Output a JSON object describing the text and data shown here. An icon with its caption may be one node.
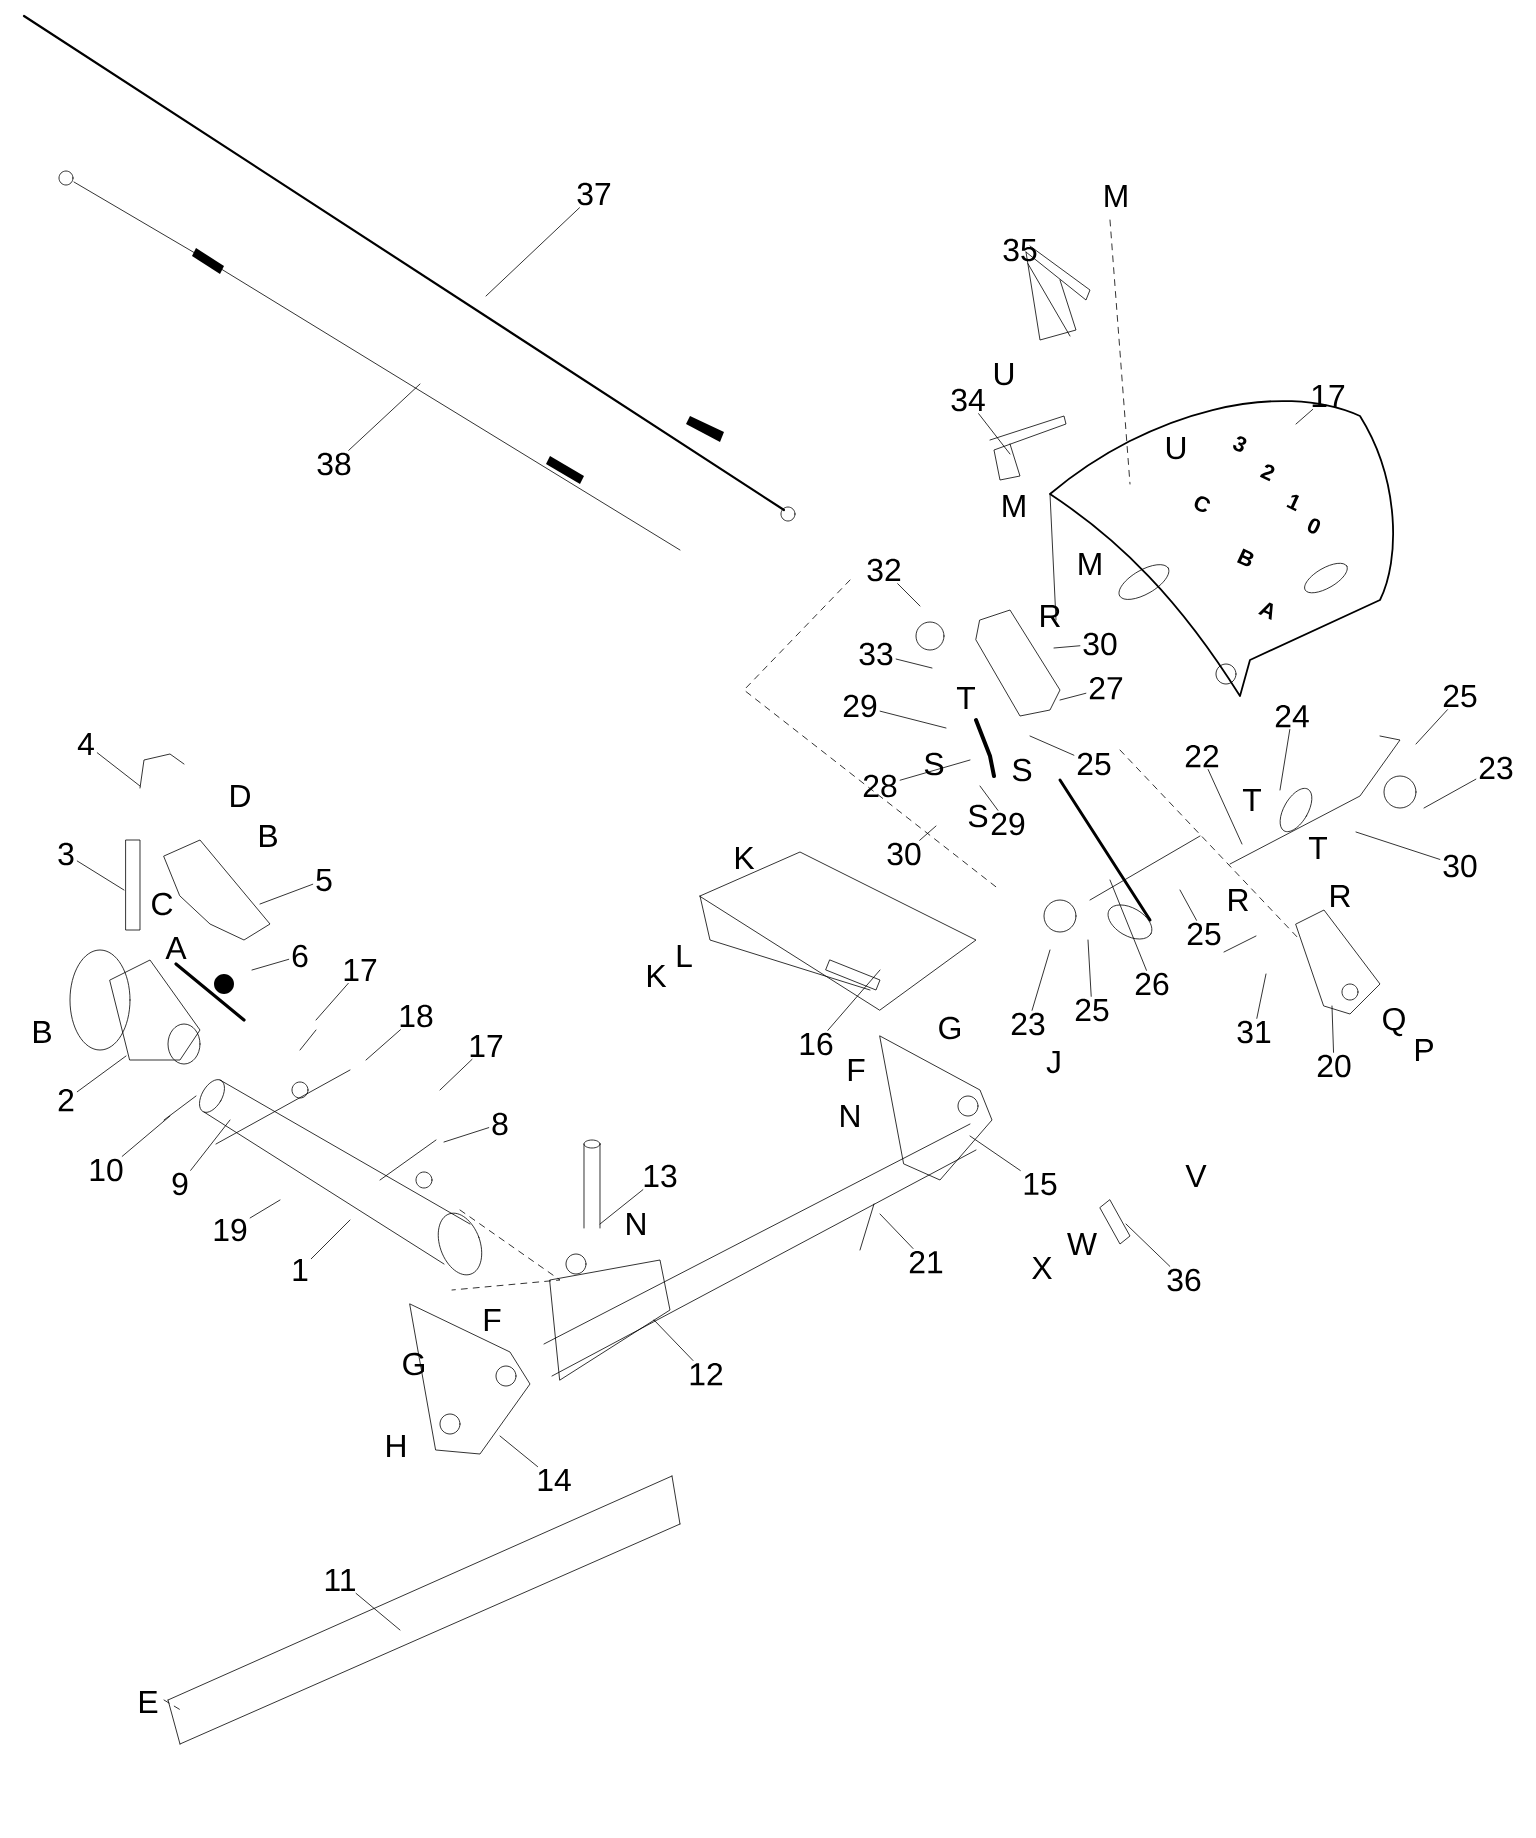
{
  "diagram": {
    "nodes": [
      {
        "text": [
          "37"
        ]
      },
      {
        "text": [
          "35"
        ]
      },
      {
        "text": [
          "17"
        ]
      },
      {
        "text": [
          "34"
        ]
      },
      {
        "text": [
          "38"
        ]
      },
      {
        "text": [
          "32"
        ]
      },
      {
        "text": [
          "30"
        ]
      },
      {
        "text": [
          "33"
        ]
      },
      {
        "text": [
          "27"
        ]
      },
      {
        "text": [
          "25"
        ]
      },
      {
        "text": [
          "29"
        ]
      },
      {
        "text": [
          "24"
        ]
      },
      {
        "text": [
          "4"
        ]
      },
      {
        "text": [
          "22"
        ]
      },
      {
        "text": [
          "25"
        ]
      },
      {
        "text": [
          "23"
        ]
      },
      {
        "text": [
          "28"
        ]
      },
      {
        "text": [
          "29"
        ]
      },
      {
        "text": [
          "30"
        ]
      },
      {
        "text": [
          "3"
        ]
      },
      {
        "text": [
          "30"
        ]
      },
      {
        "text": [
          "5"
        ]
      },
      {
        "text": [
          "25"
        ]
      },
      {
        "text": [
          "6"
        ]
      },
      {
        "text": [
          "17"
        ]
      },
      {
        "text": [
          "26"
        ]
      },
      {
        "text": [
          "25"
        ]
      },
      {
        "text": [
          "18"
        ]
      },
      {
        "text": [
          "23"
        ]
      },
      {
        "text": [
          "31"
        ]
      },
      {
        "text": [
          "16"
        ]
      },
      {
        "text": [
          "17"
        ]
      },
      {
        "text": [
          "20"
        ]
      },
      {
        "text": [
          "2"
        ]
      },
      {
        "text": [
          "8"
        ]
      },
      {
        "text": [
          "10"
        ]
      },
      {
        "text": [
          "13"
        ]
      },
      {
        "text": [
          "15"
        ]
      },
      {
        "text": [
          "9"
        ]
      },
      {
        "text": [
          "19"
        ]
      },
      {
        "text": [
          "21"
        ]
      },
      {
        "text": [
          "1"
        ]
      },
      {
        "text": [
          "36"
        ]
      },
      {
        "text": [
          "12"
        ]
      },
      {
        "text": [
          "14"
        ]
      },
      {
        "text": [
          "11"
        ]
      }
    ],
    "edges": [
      {
        "from": 0,
        "to": null,
        "arrow": "none"
      },
      {
        "from": 1,
        "to": null,
        "arrow": "none"
      },
      {
        "from": 2,
        "to": null,
        "arrow": "none"
      },
      {
        "from": 3,
        "to": null,
        "arrow": "none"
      },
      {
        "from": 4,
        "to": null,
        "arrow": "none"
      },
      {
        "from": 5,
        "to": null,
        "arrow": "none"
      },
      {
        "from": 6,
        "to": null,
        "arrow": "none"
      },
      {
        "from": 7,
        "to": null,
        "arrow": "none"
      },
      {
        "from": 8,
        "to": null,
        "arrow": "none"
      },
      {
        "from": 9,
        "to": null,
        "arrow": "none"
      },
      {
        "from": 10,
        "to": null,
        "arrow": "none"
      },
      {
        "from": 11,
        "to": null,
        "arrow": "none"
      },
      {
        "from": 12,
        "to": null,
        "arrow": "none"
      },
      {
        "from": 13,
        "to": null,
        "arrow": "none"
      },
      {
        "from": 14,
        "to": null,
        "arrow": "none"
      },
      {
        "from": 15,
        "to": null,
        "arrow": "none"
      },
      {
        "from": 16,
        "to": null,
        "arrow": "none"
      },
      {
        "from": 17,
        "to": null,
        "arrow": "none"
      },
      {
        "from": 18,
        "to": null,
        "arrow": "none"
      },
      {
        "from": 19,
        "to": null,
        "arrow": "none"
      },
      {
        "from": 20,
        "to": null,
        "arrow": "none"
      },
      {
        "from": 21,
        "to": null,
        "arrow": "none"
      },
      {
        "from": 22,
        "to": null,
        "arrow": "none"
      },
      {
        "from": 23,
        "to": null,
        "arrow": "none"
      },
      {
        "from": 24,
        "to": null,
        "arrow": "none"
      },
      {
        "from": 25,
        "to": null,
        "arrow": "none"
      },
      {
        "from": 26,
        "to": null,
        "arrow": "none"
      },
      {
        "from": 27,
        "to": null,
        "arrow": "none"
      },
      {
        "from": 28,
        "to": null,
        "arrow": "none"
      },
      {
        "from": 29,
        "to": null,
        "arrow": "none"
      },
      {
        "from": 30,
        "to": null,
        "arrow": "none"
      },
      {
        "from": 31,
        "to": null,
        "arrow": "none"
      },
      {
        "from": 32,
        "to": null,
        "arrow": "none"
      },
      {
        "from": 33,
        "to": null,
        "arrow": "none"
      },
      {
        "from": 34,
        "to": null,
        "arrow": "none"
      },
      {
        "from": 35,
        "to": null,
        "arrow": "none"
      },
      {
        "from": 36,
        "to": null,
        "arrow": "none"
      },
      {
        "from": 37,
        "to": null,
        "arrow": "none"
      },
      {
        "from": 38,
        "to": null,
        "arrow": "none"
      },
      {
        "from": 39,
        "to": null,
        "arrow": "none"
      },
      {
        "from": 40,
        "to": null,
        "arrow": "none"
      },
      {
        "from": 41,
        "to": null,
        "arrow": "none"
      },
      {
        "from": 42,
        "to": null,
        "arrow": "none"
      },
      {
        "from": 43,
        "to": null,
        "arrow": "none"
      },
      {
        "from": 44,
        "to": null,
        "arrow": "none"
      },
      {
        "from": 45,
        "to": null,
        "arrow": "none"
      }
    ],
    "labels": [
      "M",
      "U",
      "U",
      "3",
      "2",
      "1",
      "C",
      "M",
      "0",
      "B",
      "M",
      "A",
      "R",
      "T",
      "S",
      "S",
      "D",
      "T",
      "S",
      "B",
      "T",
      "K",
      "R",
      "R",
      "C",
      "A",
      "L",
      "K",
      "Q",
      "G",
      "B",
      "P",
      "J",
      "F",
      "N",
      "V",
      "N",
      "W",
      "X",
      "F",
      "G",
      "H",
      "E"
    ]
  }
}
